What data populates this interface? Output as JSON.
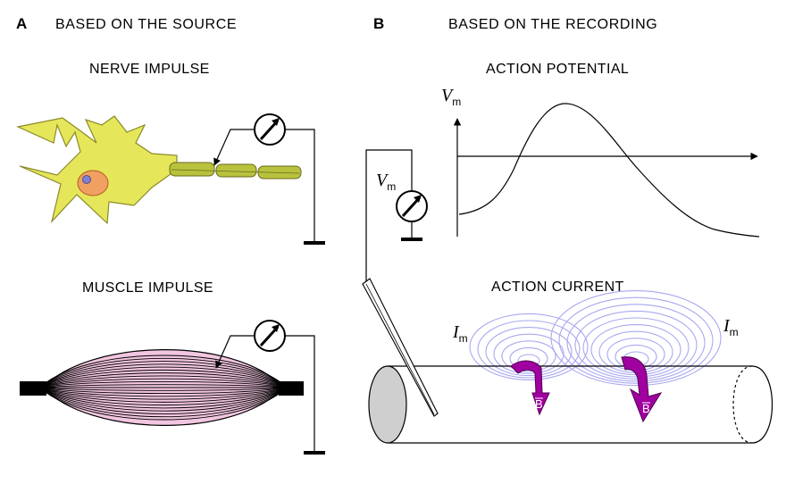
{
  "panel_a": {
    "letter": "A",
    "heading": "BASED ON THE SOURCE",
    "nerve_title": "NERVE IMPULSE",
    "muscle_title": "MUSCLE IMPULSE"
  },
  "panel_b": {
    "letter": "B",
    "heading": "BASED ON THE RECORDING",
    "ap_title": "ACTION POTENTIAL",
    "ac_title": "ACTION CURRENT",
    "vm_symbol": "V",
    "vm_subscript": "m",
    "im_symbol": "I",
    "im_subscript": "m",
    "b_vector": "B"
  },
  "colors": {
    "neuron_fill": "#e6e65a",
    "neuron_stroke": "#8a8a2a",
    "axon_fill": "#b9c23c",
    "nucleus_fill": "#f0a060",
    "nucleolus_fill": "#7f7fd0",
    "muscle_fill": "#f2c6e0",
    "field_line": "#a8a8f0",
    "b_arrow": "#a000a0",
    "cylinder_end": "#cfcfcf"
  }
}
